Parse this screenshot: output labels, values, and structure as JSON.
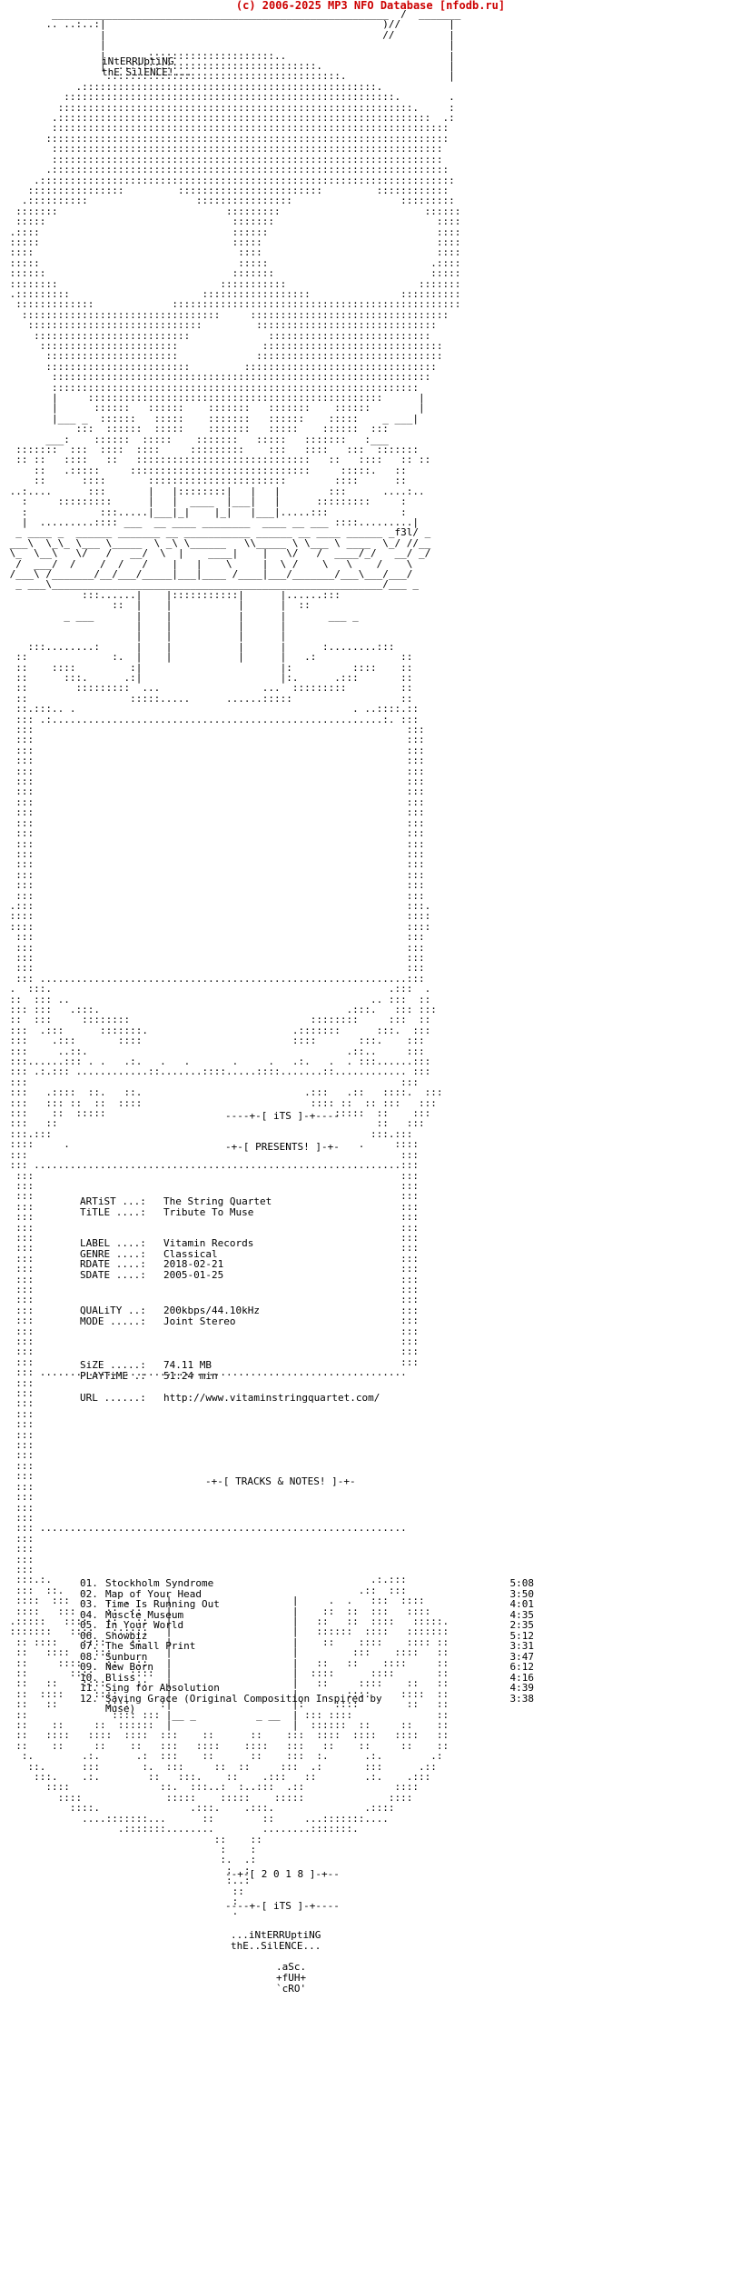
{
  "header": {
    "text": "(c) 2006-2025 MP3 NFO Database [nfodb.ru]"
  },
  "group": {
    "line1": "iNtERRUptiNG",
    "line2": "thE SilENCE!...",
    "presents": "-+-[ PRESENTS! ]-+-",
    "its": "----+-[ iTS ]-+----",
    "tag": "f3l"
  },
  "release": {
    "artist_label": "ARTiST ...:",
    "artist": "The String Quartet",
    "title_label": "TiTLE ....:",
    "title": "Tribute To Muse",
    "label_label": "LABEL ....:",
    "label": "Vitamin Records",
    "genre_label": "GENRE ....:",
    "genre": "Classical",
    "rdate_label": "RDATE ....:",
    "rdate": "2018-02-21",
    "sdate_label": "SDATE ....:",
    "sdate": "2005-01-25",
    "quality_label": "QUALiTY ..:",
    "quality": "200kbps/44.10kHz",
    "mode_label": "MODE .....:",
    "mode": "Joint Stereo",
    "size_label": "SiZE .....:",
    "size": "74.11 MB",
    "playtime_label": "PLAYTiME .:",
    "playtime": "51:24 min",
    "url_label": "URL ......:",
    "url": "http://www.vitaminstringquartet.com/"
  },
  "tracks_header": "-+-[ TRACKS & NOTES! ]-+-",
  "tracks": [
    {
      "n": "01.",
      "title": "Stockholm Syndrome",
      "time": "5:08"
    },
    {
      "n": "02.",
      "title": "Map of Your Head",
      "time": "3:50"
    },
    {
      "n": "03.",
      "title": "Time Is Running Out",
      "time": "4:01"
    },
    {
      "n": "04.",
      "title": "Muscle Museum",
      "time": "4:35"
    },
    {
      "n": "05.",
      "title": "In Your World",
      "time": "2:35"
    },
    {
      "n": "06.",
      "title": "Showbiz",
      "time": "5:12"
    },
    {
      "n": "07.",
      "title": "The Small Print",
      "time": "3:31"
    },
    {
      "n": "08.",
      "title": "Sunburn",
      "time": "3:47"
    },
    {
      "n": "09.",
      "title": "New Born",
      "time": "6:12"
    },
    {
      "n": "10.",
      "title": "Bliss",
      "time": "4:16"
    },
    {
      "n": "11.",
      "title": "Sing for Absolution",
      "time": "4:39"
    },
    {
      "n": "12.",
      "title": "Saving Grace (Original Composition Inspired by",
      "time": "3:38"
    },
    {
      "n": "",
      "title": "Muse)",
      "time": ""
    }
  ],
  "footer": {
    "year": "--+-[ 2 0 1 8 ]-+--",
    "its": "----+-[ iTS ]-+----",
    "name1": "...iNtERRUptiNG",
    "name2": "thE..SilENCE...",
    "credit1": ".aSc.",
    "credit2": "+fUH+",
    "credit3": "`cRO'"
  }
}
